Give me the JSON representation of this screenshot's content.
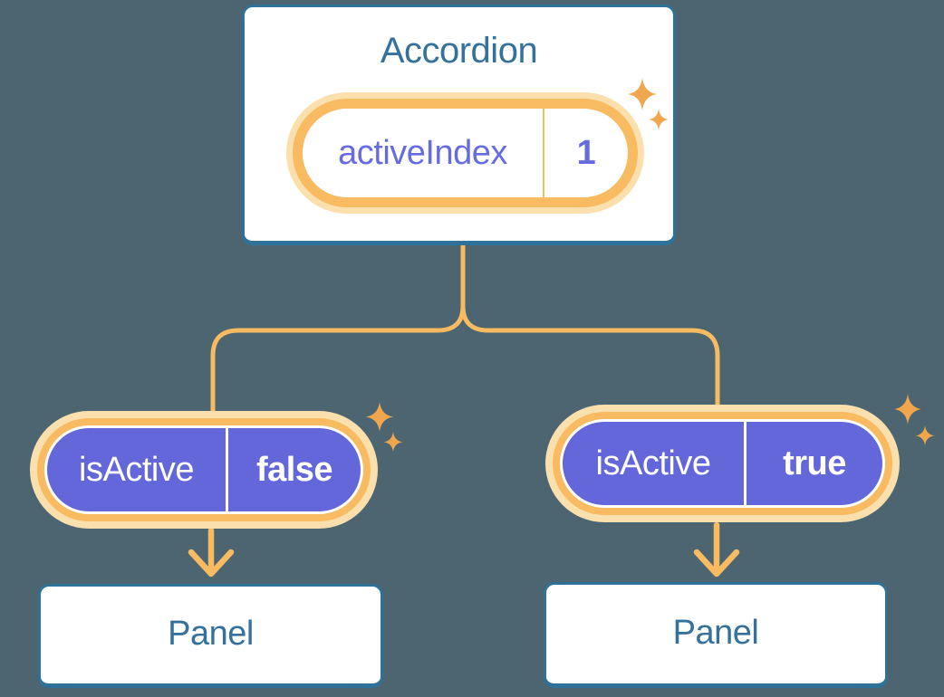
{
  "colors": {
    "background": "#4C6571",
    "card_bg": "#FFFFFF",
    "card_border": "#2E7199",
    "heading_text": "#35729B",
    "orange": "#F8BB62",
    "orange_halo": "#FBDFAD",
    "sparkle": "#F0A64C",
    "purple": "#6467DA",
    "purple_text": "#666CDF",
    "white": "#FFFFFF"
  },
  "diagram": {
    "root": {
      "title": "Accordion",
      "pill": {
        "label": "activeIndex",
        "value": "1"
      }
    },
    "children": [
      {
        "pill": {
          "label": "isActive",
          "value": "false"
        },
        "title": "Panel"
      },
      {
        "pill": {
          "label": "isActive",
          "value": "true"
        },
        "title": "Panel"
      }
    ]
  }
}
